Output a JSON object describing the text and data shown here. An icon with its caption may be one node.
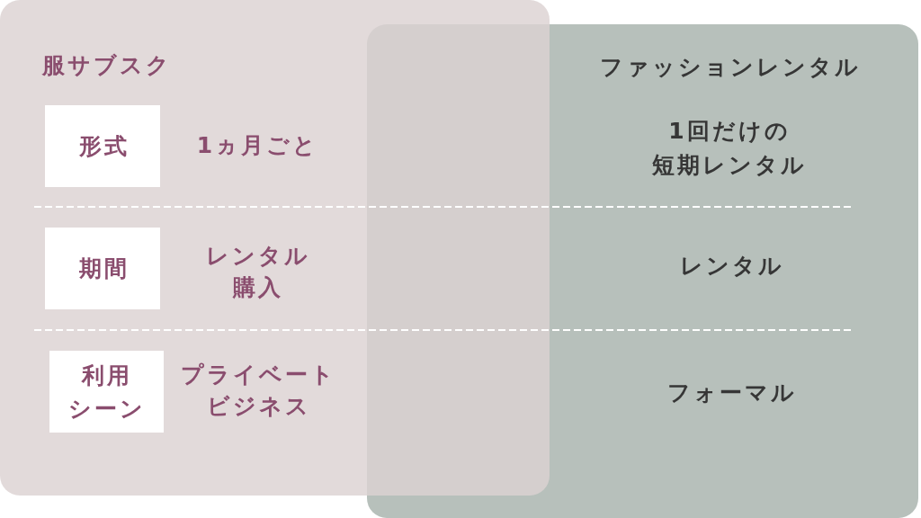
{
  "diagram": {
    "nodes": [
      {
        "text": [
          "服サブスク"
        ]
      },
      {
        "text": [
          "ファッションレンタル"
        ]
      },
      {
        "text": [
          "形式"
        ],
        "in": 0
      },
      {
        "text": [
          "期間"
        ],
        "in": 0
      },
      {
        "text": [
          "利用シーン"
        ],
        "in": 0
      }
    ],
    "labels": [
      "1ヵ月ごと",
      "1回だけの短期レンタル",
      "レンタル",
      "購入",
      "レンタル",
      "プライベート",
      "ビジネス",
      "フォーマル"
    ]
  }
}
